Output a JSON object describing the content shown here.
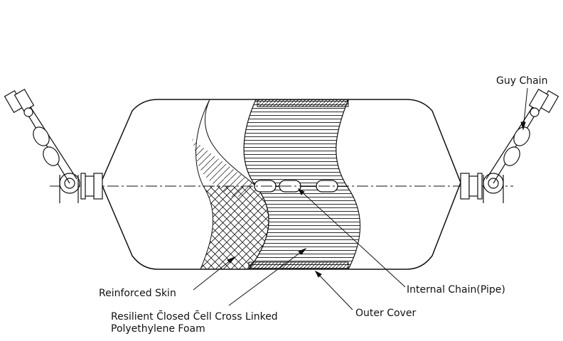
{
  "labels": {
    "guy_chain": "Guy Chain",
    "reinforced_skin": "Reinforced Skin",
    "internal_chain": "Internal Chain(Pipe)",
    "foam_line1": "Resilient C̄losed  C̄ell Cross  Linked",
    "foam_line2": "Polyethylene Foam",
    "outer_cover": "Outer Cover"
  },
  "colors": {
    "stroke": "#111111",
    "background": "#ffffff"
  }
}
